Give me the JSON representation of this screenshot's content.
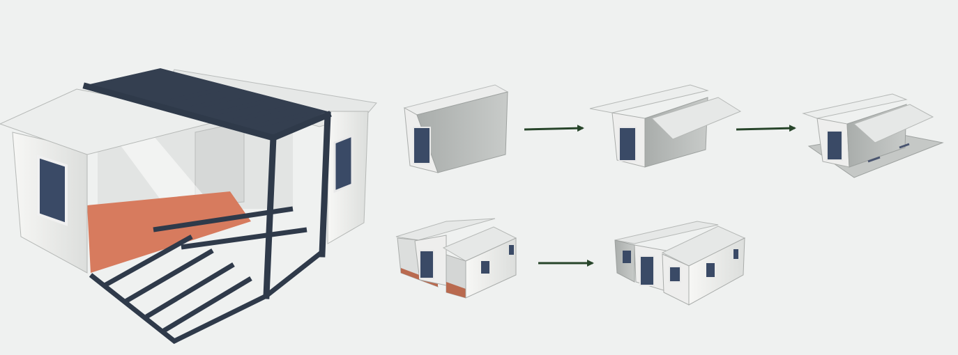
{
  "figure": {
    "caption": "",
    "main_illustration": "expanded-container-house-cutaway",
    "steps": [
      "folded-container",
      "roof-panel-unfolding",
      "wall-and-floor-panels-unfolding",
      "one-side-expanded",
      "fully-expanded-house"
    ],
    "arrows": [
      "step-1-to-2",
      "step-2-to-3",
      "step-4-to-5"
    ]
  },
  "colors": {
    "background": "#eff1f0",
    "frame": "#2f3a4a",
    "wall": "#f4f4f2",
    "wall_shade": "#c9ccca",
    "roof": "#e9ebea",
    "floor": "#d87a5c",
    "window": "#3a4a66",
    "arrow": "#27452a"
  }
}
